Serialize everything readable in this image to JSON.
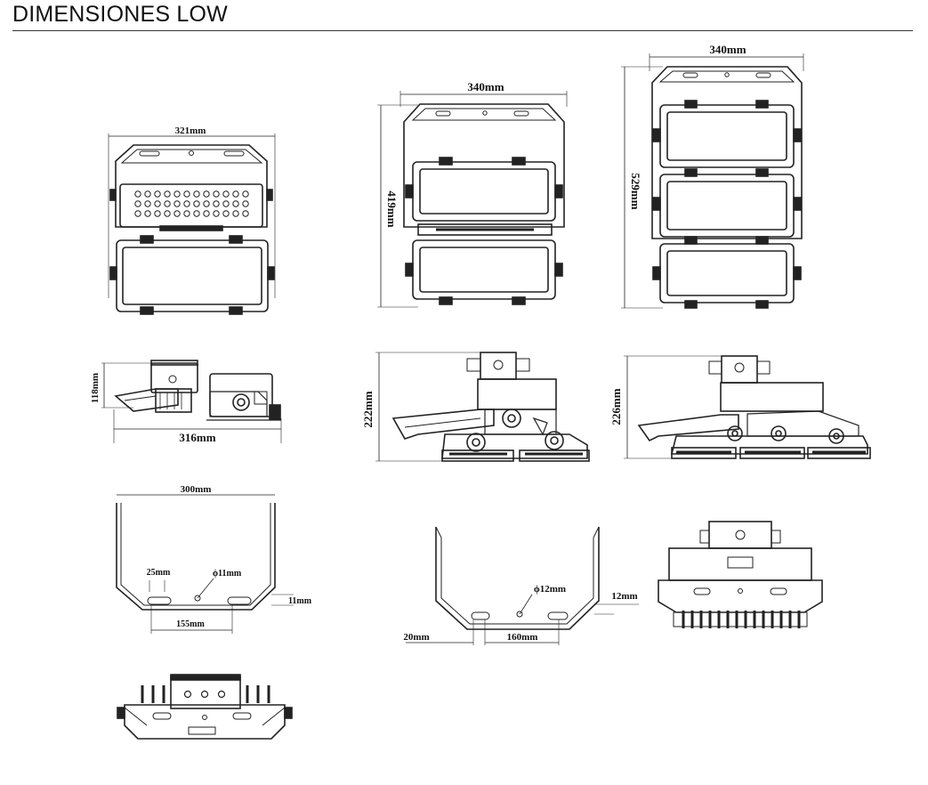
{
  "title": "DIMENSIONES LOW",
  "views": {
    "front_single": {
      "width_label": "321mm"
    },
    "front_double": {
      "width_label": "340mm",
      "height_label": "419mm"
    },
    "front_triple": {
      "width_label": "340mm",
      "height_label": "529mm"
    },
    "side_single": {
      "height_label": "118mm",
      "width_label": "316mm"
    },
    "side_double": {
      "height_label": "222mm"
    },
    "side_triple": {
      "height_label": "226mm"
    },
    "bracket_small": {
      "width_label": "300mm",
      "slot_label": "25mm",
      "hole_label": "ϕ11mm",
      "thickness_label": "11mm",
      "spacing_label": "155mm"
    },
    "bracket_large": {
      "hole_label": "ϕ12mm",
      "thickness_label": "12mm",
      "slot_label": "20mm",
      "spacing_label": "160mm"
    }
  }
}
